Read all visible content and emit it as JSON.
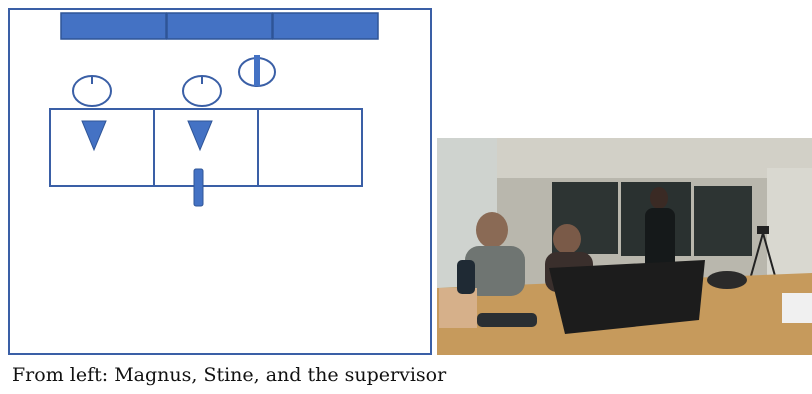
{
  "figure": {
    "caption": "From left: Magnus, Stine, and the supervisor",
    "colors": {
      "shape_blue": "#4472c4",
      "shape_outline": "#2f5597",
      "frame": "#3a5fa6"
    },
    "diagram": {
      "elements": [
        "blackboard-panel",
        "blackboard-panel",
        "blackboard-panel",
        "person-head",
        "person-head",
        "supervisor-head",
        "desk-section",
        "desk-section",
        "desk-section",
        "laptop-triangle",
        "laptop-triangle",
        "camera-bar"
      ]
    },
    "photo": {
      "description_icon": "classroom-photo"
    }
  }
}
